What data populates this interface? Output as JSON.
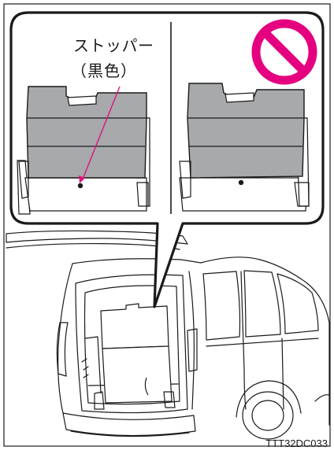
{
  "callout": {
    "stopper_label_line1": "ストッパー",
    "stopper_label_line2": "（黒色）"
  },
  "figure_code": "TTT32DC033",
  "icons": {
    "prohibited": "prohibition-icon"
  },
  "colors": {
    "panel_gray": "#a7a9ab",
    "leader_line": "#e0127d",
    "prohibition": "#e4007f",
    "outline": "#1a1a1a"
  }
}
